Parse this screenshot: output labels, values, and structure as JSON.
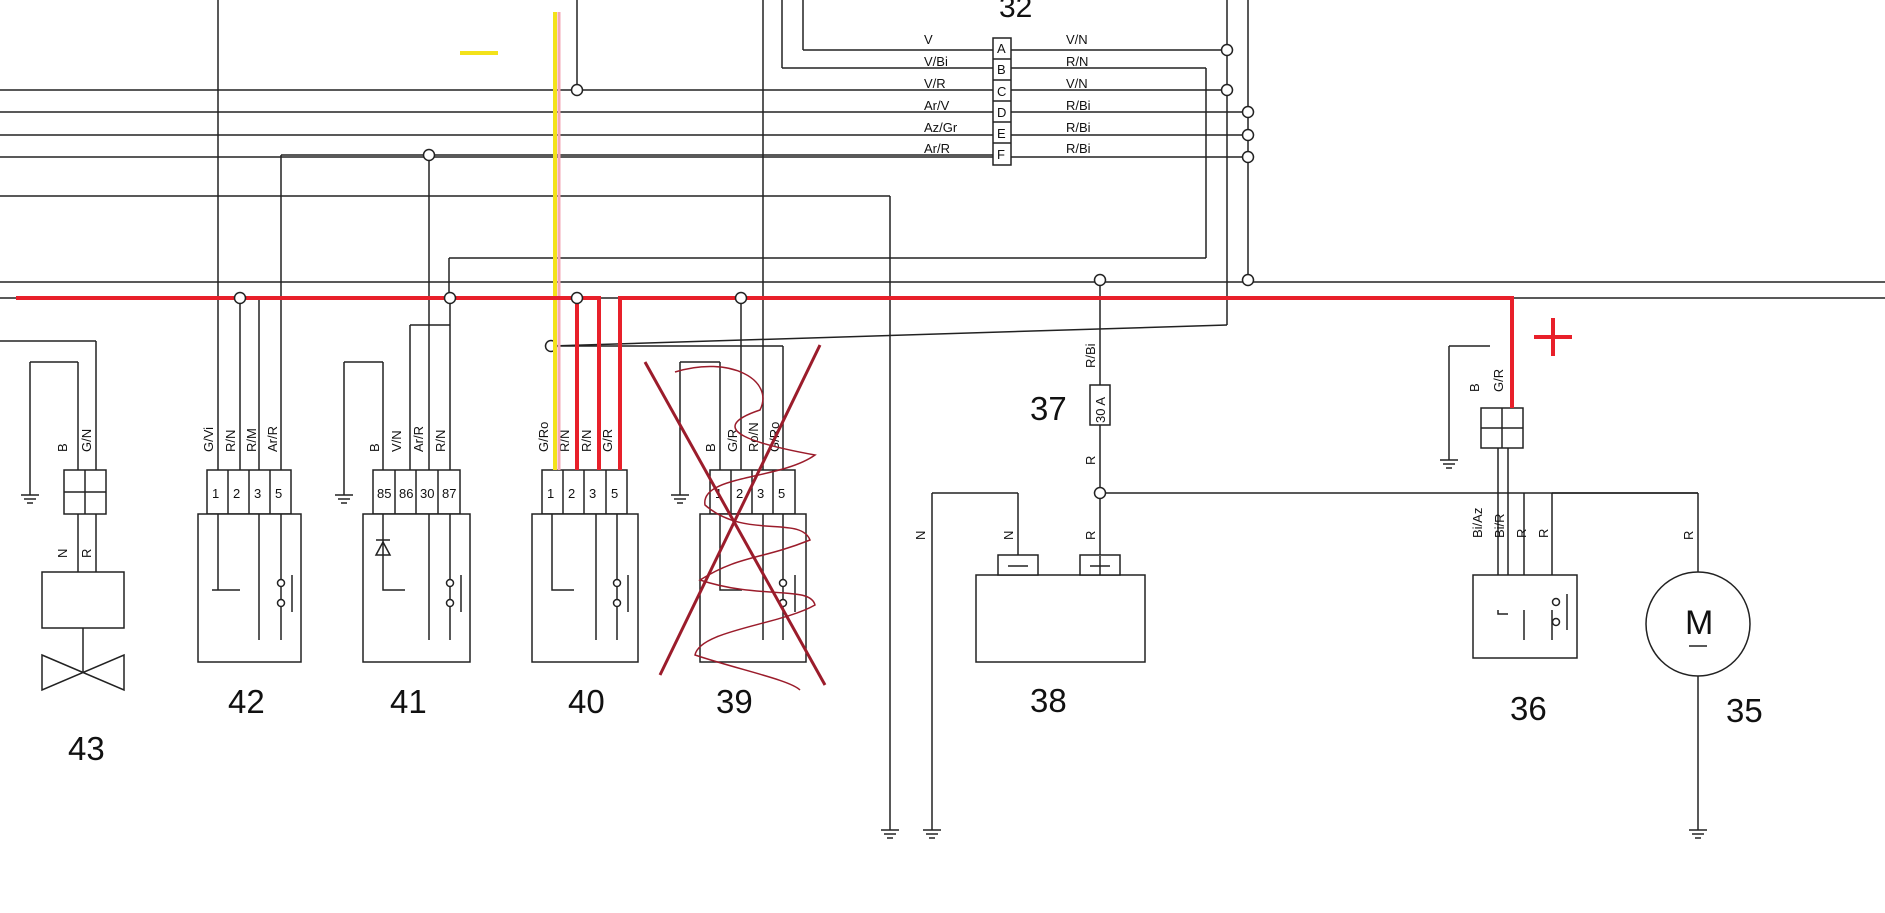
{
  "colors": {
    "line": "#222222",
    "positive_wire": "#e8202a",
    "signal_wire": "#f3e21a",
    "pink_wire": "#f3a7b5",
    "annotation": "#9b1c2b"
  },
  "markers": {
    "minus": "—",
    "plus": "+"
  },
  "connector_32": {
    "number": "32",
    "left_wires": [
      "V",
      "V/Bi",
      "V/R",
      "Ar/V",
      "Az/Gr",
      "Ar/R"
    ],
    "pins": [
      "A",
      "B",
      "C",
      "D",
      "E",
      "F"
    ],
    "right_wires": [
      "V/N",
      "R/N",
      "V/N",
      "R/Bi",
      "R/Bi",
      "R/Bi"
    ]
  },
  "component_43": {
    "number": "43",
    "top_wires": [
      "B",
      "G/N"
    ],
    "bottom_wires": [
      "N",
      "R"
    ]
  },
  "relay_42": {
    "number": "42",
    "wires": [
      "G/Vi",
      "R/N",
      "R/M",
      "Ar/R"
    ],
    "pins": [
      "1",
      "2",
      "3",
      "5"
    ]
  },
  "relay_41": {
    "number": "41",
    "wires": [
      "B",
      "V/N",
      "Ar/R",
      "R/N"
    ],
    "pins": [
      "85",
      "86",
      "30",
      "87"
    ]
  },
  "relay_40": {
    "number": "40",
    "wires": [
      "G/Ro",
      "R/N",
      "R/N",
      "G/R"
    ],
    "pins": [
      "1",
      "2",
      "3",
      "5"
    ]
  },
  "relay_39": {
    "number": "39",
    "wires": [
      "B",
      "G/R",
      "Ro/N",
      "G/Ro"
    ],
    "pins": [
      "1",
      "2",
      "3",
      "5"
    ],
    "crossed_out": true
  },
  "fuse_37": {
    "number": "37",
    "rating": "30 A",
    "top_wire": "R/Bi",
    "bottom_wire": "R"
  },
  "battery_38": {
    "number": "38",
    "wire_neg": "N",
    "wire_pos": "R",
    "wire_ground": "N"
  },
  "relay_36": {
    "number": "36",
    "top_wires": [
      "B",
      "G/R"
    ],
    "bottom_wires": [
      "Bi/Az",
      "Bi/R",
      "R",
      "R"
    ]
  },
  "motor_35": {
    "number": "35",
    "symbol": "M",
    "wire": "R"
  }
}
